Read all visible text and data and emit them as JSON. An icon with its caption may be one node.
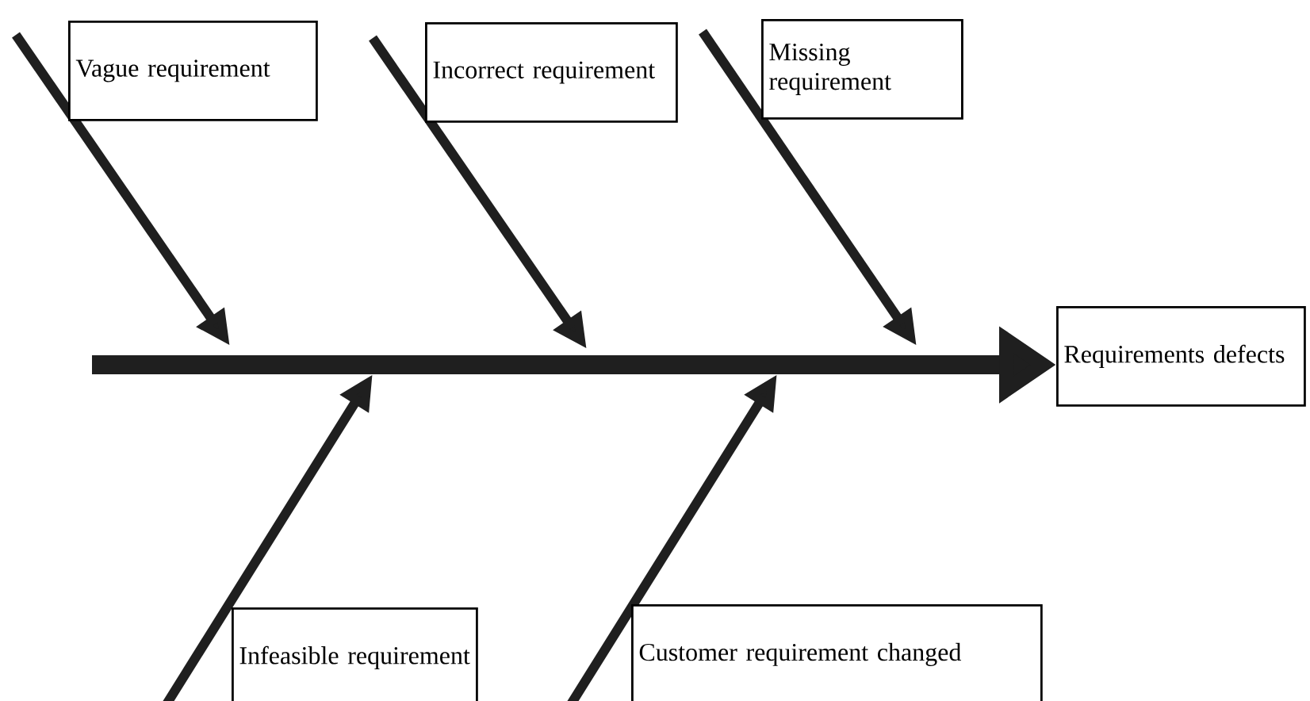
{
  "diagram": {
    "nodes": [
      {
        "text": [
          "Vague requirement"
        ]
      },
      {
        "text": [
          "Incorrect requirement"
        ]
      },
      {
        "text": [
          "Missing requirement"
        ]
      },
      {
        "text": [
          "Requirements defects"
        ]
      },
      {
        "text": [
          "Infeasible requirement"
        ]
      },
      {
        "text": [
          "Customer requirement changed"
        ]
      }
    ],
    "edges": [
      {
        "from": null,
        "to": 3,
        "arrow": "to"
      }
    ]
  }
}
